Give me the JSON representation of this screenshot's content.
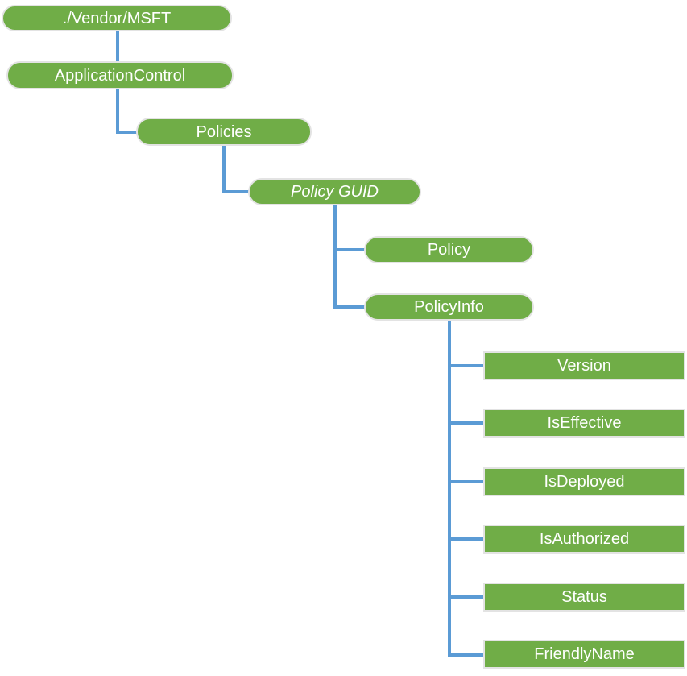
{
  "diagram": {
    "type": "tree",
    "description": "CSP node hierarchy tree diagram",
    "root_label": "./Vendor/MSFT"
  },
  "nodes": [
    {
      "id": "vendor-msft",
      "label": "./Vendor/MSFT",
      "shape": "pill",
      "italic": false,
      "level": 0
    },
    {
      "id": "application-control",
      "label": "ApplicationControl",
      "shape": "pill",
      "italic": false,
      "level": 1
    },
    {
      "id": "policies",
      "label": "Policies",
      "shape": "pill",
      "italic": false,
      "level": 2
    },
    {
      "id": "policy-guid",
      "label": "Policy GUID",
      "shape": "pill",
      "italic": true,
      "level": 3
    },
    {
      "id": "policy",
      "label": "Policy",
      "shape": "pill",
      "italic": false,
      "level": 4
    },
    {
      "id": "policyinfo",
      "label": "PolicyInfo",
      "shape": "pill",
      "italic": false,
      "level": 4
    },
    {
      "id": "version",
      "label": "Version",
      "shape": "rect",
      "italic": false,
      "level": 5
    },
    {
      "id": "iseffective",
      "label": "IsEffective",
      "shape": "rect",
      "italic": false,
      "level": 5
    },
    {
      "id": "isdeployed",
      "label": "IsDeployed",
      "shape": "rect",
      "italic": false,
      "level": 5
    },
    {
      "id": "isauthorized",
      "label": "IsAuthorized",
      "shape": "rect",
      "italic": false,
      "level": 5
    },
    {
      "id": "status",
      "label": "Status",
      "shape": "rect",
      "italic": false,
      "level": 5
    },
    {
      "id": "friendlyname",
      "label": "FriendlyName",
      "shape": "rect",
      "italic": false,
      "level": 5
    }
  ],
  "edges": [
    {
      "from": "vendor-msft",
      "to": "application-control"
    },
    {
      "from": "application-control",
      "to": "policies"
    },
    {
      "from": "policies",
      "to": "policy-guid"
    },
    {
      "from": "policy-guid",
      "to": "policy"
    },
    {
      "from": "policy-guid",
      "to": "policyinfo"
    },
    {
      "from": "policyinfo",
      "to": "version"
    },
    {
      "from": "policyinfo",
      "to": "iseffective"
    },
    {
      "from": "policyinfo",
      "to": "isdeployed"
    },
    {
      "from": "policyinfo",
      "to": "isauthorized"
    },
    {
      "from": "policyinfo",
      "to": "status"
    },
    {
      "from": "policyinfo",
      "to": "friendlyname"
    }
  ],
  "colors": {
    "node-fill": "#70ad47",
    "node-border": "#e3e3e3",
    "connector": "#5b9bd5",
    "text": "#ffffff",
    "background": "#ffffff"
  }
}
